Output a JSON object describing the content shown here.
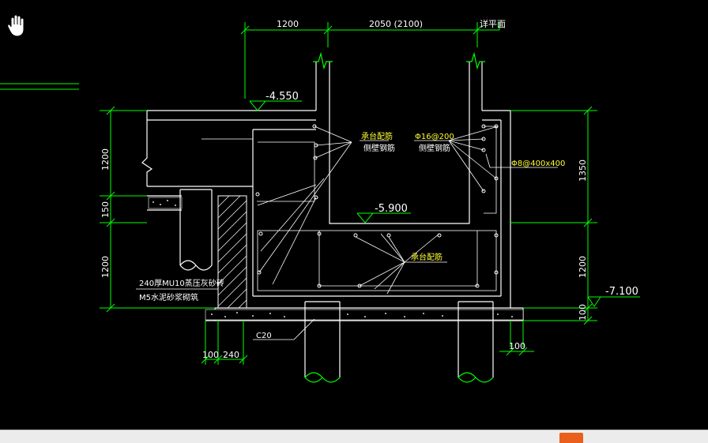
{
  "drawing": {
    "dims_top": [
      "1200",
      "2050 (2100)",
      "详平面"
    ],
    "dims_left": [
      "1200",
      "150",
      "1200"
    ],
    "dims_right": [
      "1350",
      "1200",
      "100"
    ],
    "dims_bottom": [
      "100",
      "240",
      "100"
    ],
    "elevations": [
      "-4.550",
      "-5.900",
      "-7.100"
    ],
    "labels": {
      "cap_rebar_1": "承台配筋",
      "side_rebar_1": "侧壁钢筋",
      "rebar_spec": "Φ16@200",
      "side_rebar_2": "侧壁钢筋",
      "stirrup_spec": "Φ8@400x400",
      "cap_rebar_2": "承台配筋",
      "wall_note_1": "240厚MU10蒸压灰砂砖",
      "wall_note_2": "M5水泥砂浆砌筑",
      "concrete_grade": "C20"
    }
  },
  "colors": {
    "background": "#000000",
    "dimension": "#00ff00",
    "outline": "#ffffff",
    "highlight_text": "#ffff33"
  },
  "icons": {
    "cursor": "hand-pan-icon"
  }
}
